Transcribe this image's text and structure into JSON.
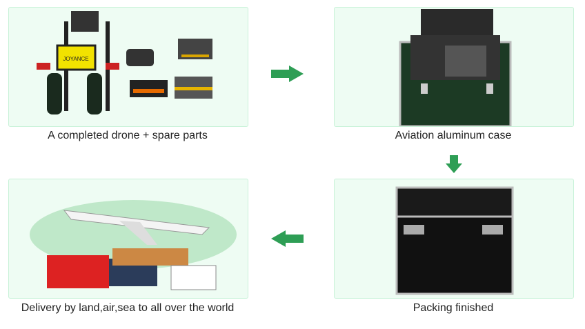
{
  "steps": [
    {
      "caption": "A completed drone + spare parts",
      "logo": "JOYANCE"
    },
    {
      "caption": "Aviation aluminum case"
    },
    {
      "caption": "Packing finished"
    },
    {
      "caption": "Delivery by land,air,sea to all over the world"
    }
  ],
  "colors": {
    "arrow": "#2e9e55",
    "panel_bg": "#eefcf3",
    "panel_border": "#c8f2d8"
  }
}
